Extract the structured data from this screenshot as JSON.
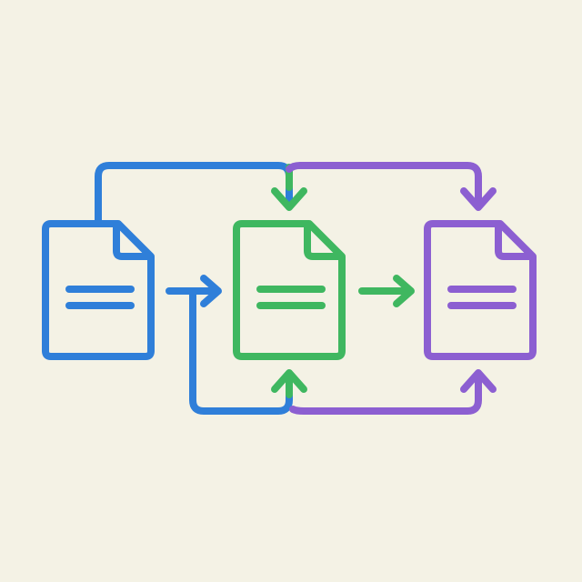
{
  "background": "#f4f2e5",
  "colors": {
    "blue": "#2f7fd9",
    "green": "#3fb760",
    "purple": "#8c5fd1"
  },
  "nodes": [
    {
      "id": "doc-1",
      "icon": "document-icon",
      "color": "blue"
    },
    {
      "id": "doc-2",
      "icon": "document-icon",
      "color": "green"
    },
    {
      "id": "doc-3",
      "icon": "document-icon",
      "color": "purple"
    }
  ],
  "edges": [
    {
      "from": "doc-1",
      "to": "doc-2",
      "route": "direct",
      "color": "blue"
    },
    {
      "from": "doc-1",
      "to": "doc-2",
      "route": "over-top",
      "color": "blue"
    },
    {
      "from": "doc-1",
      "to": "doc-2",
      "route": "under-bottom",
      "color": "blue"
    },
    {
      "from": "doc-2",
      "to": "doc-3",
      "route": "direct",
      "color": "green"
    },
    {
      "from": "doc-2",
      "to": "doc-3",
      "route": "over-top",
      "color": "purple"
    },
    {
      "from": "doc-3",
      "to": "doc-2",
      "route": "under-bottom",
      "color": "purple"
    }
  ]
}
